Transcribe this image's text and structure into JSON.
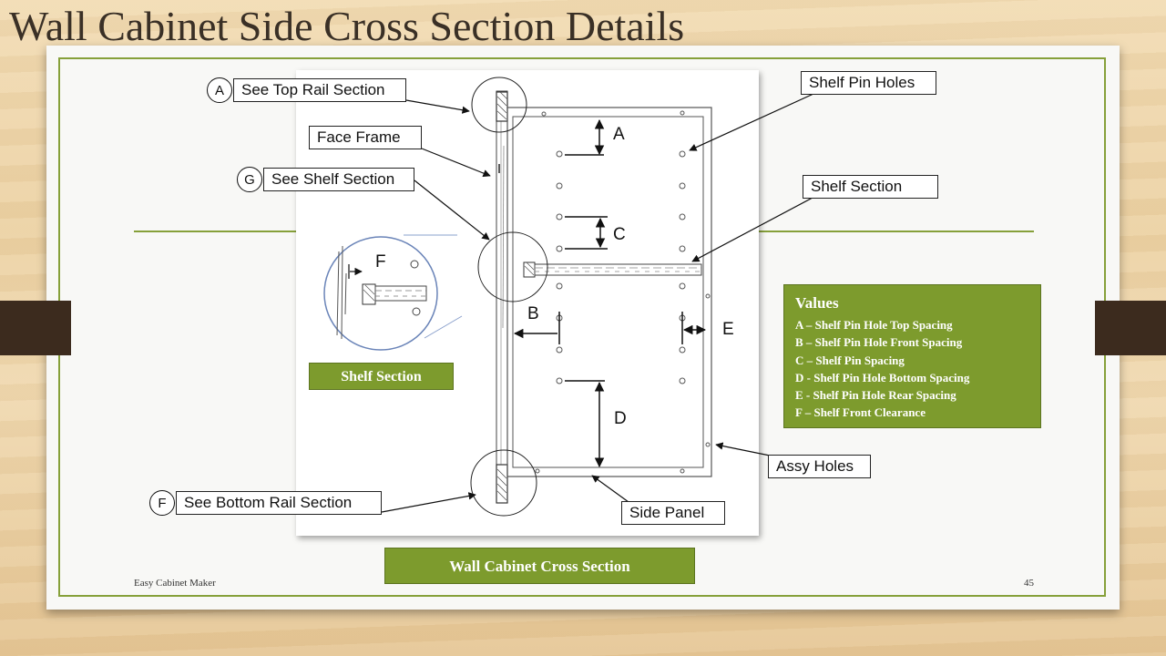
{
  "title": "Wall Cabinet Side Cross Section Details",
  "callouts": {
    "top_rail": {
      "letter": "A",
      "label": "See Top Rail Section"
    },
    "face_frame": "Face Frame",
    "shelf_section_ref": {
      "letter": "G",
      "label": "See Shelf Section"
    },
    "bottom_rail": {
      "letter": "F",
      "label": "See Bottom Rail Section"
    },
    "shelf_pin_holes": "Shelf Pin Holes",
    "shelf_section": "Shelf Section",
    "assy_holes": "Assy Holes",
    "side_panel": "Side Panel"
  },
  "dimensions": {
    "a": "A",
    "b": "B",
    "c": "C",
    "d": "D",
    "e": "E",
    "f": "F"
  },
  "values": {
    "title": "Values",
    "items": [
      "A – Shelf Pin Hole Top Spacing",
      "B – Shelf Pin Hole Front Spacing",
      "C – Shelf Pin Spacing",
      "D - Shelf Pin Hole Bottom Spacing",
      "E - Shelf Pin Hole Rear Spacing",
      "F – Shelf Front Clearance"
    ]
  },
  "captions": {
    "shelf": "Shelf Section",
    "main": "Wall Cabinet Cross Section"
  },
  "footer": {
    "left": "Easy Cabinet Maker",
    "page": "45"
  }
}
